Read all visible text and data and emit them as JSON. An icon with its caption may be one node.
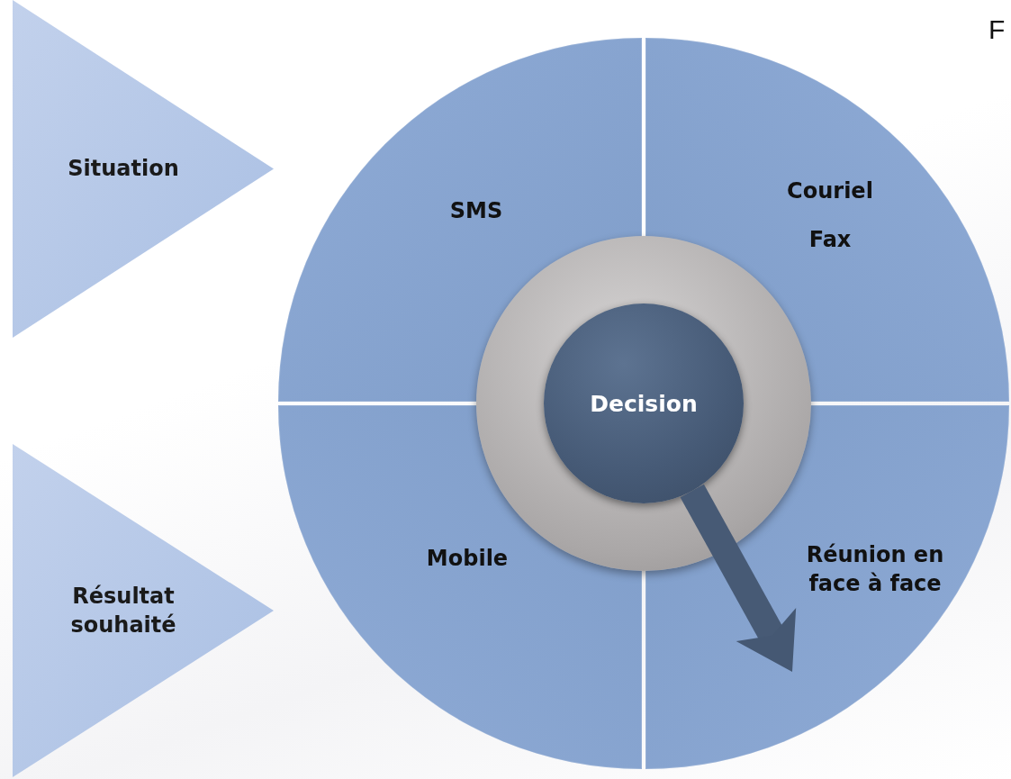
{
  "diagram": {
    "nodes": [
      {
        "text": [
          "Situation"
        ]
      },
      {
        "text": [
          "Résultat souhaité"
        ]
      },
      {
        "text": [
          "SMS"
        ]
      },
      {
        "text": [
          "Couriel",
          "Fax"
        ]
      },
      {
        "text": [
          "Mobile"
        ]
      },
      {
        "text": [
          "Réunion en face à face"
        ]
      },
      {
        "text": [],
        "shape": "circle"
      },
      {
        "text": [
          "Decision"
        ],
        "in": 6
      }
    ],
    "edges": [
      {
        "from": 7,
        "to": 5,
        "arrow": "to"
      }
    ],
    "labels": [
      "F"
    ]
  }
}
